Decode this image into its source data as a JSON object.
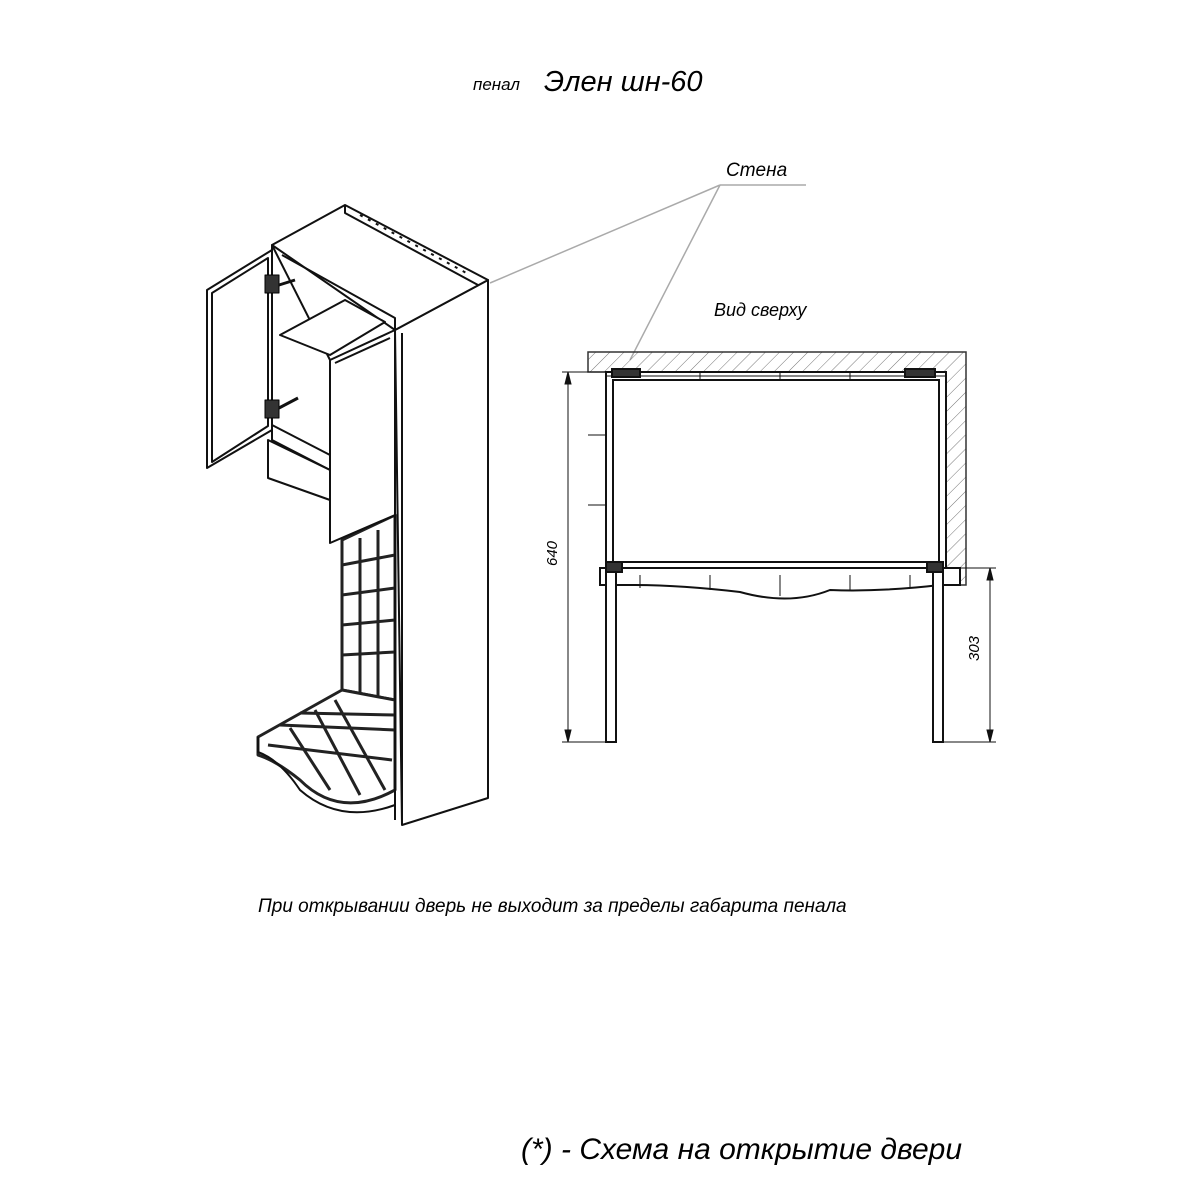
{
  "title": {
    "prefix": "пенал",
    "name": "Элен шн-60"
  },
  "labels": {
    "wall": "Стена",
    "top_view": "Вид сверху"
  },
  "dimensions": {
    "depth": "640",
    "door_swing": "303"
  },
  "note": "При открывании дверь не выходит за пределы габарита пенала",
  "footer": "(*) - Схема на открытие двери"
}
